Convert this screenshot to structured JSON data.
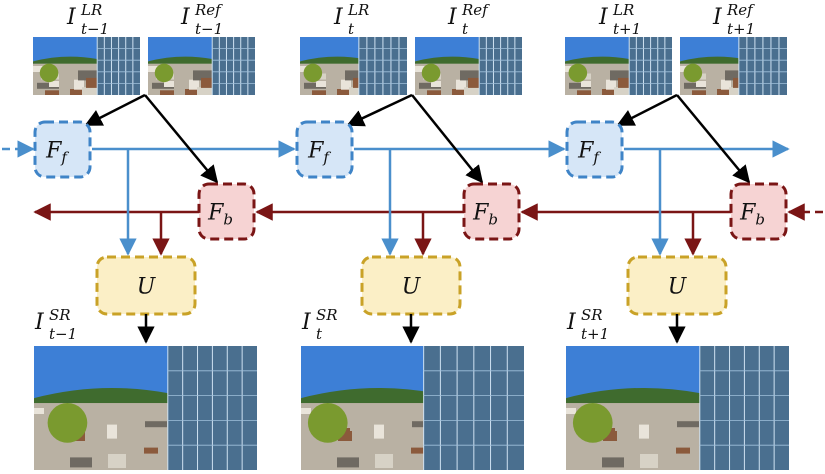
{
  "diagram": {
    "timesteps": [
      {
        "id": "t-1",
        "lr_label": {
          "base": "I",
          "sub": "t−1",
          "sup": "LR"
        },
        "ref_label": {
          "base": "I",
          "sub": "t−1",
          "sup": "Ref"
        },
        "sr_label": {
          "base": "I",
          "sub": "t−1",
          "sup": "SR"
        }
      },
      {
        "id": "t",
        "lr_label": {
          "base": "I",
          "sub": "t",
          "sup": "LR"
        },
        "ref_label": {
          "base": "I",
          "sub": "t",
          "sup": "Ref"
        },
        "sr_label": {
          "base": "I",
          "sub": "t",
          "sup": "SR"
        }
      },
      {
        "id": "t+1",
        "lr_label": {
          "base": "I",
          "sub": "t+1",
          "sup": "LR"
        },
        "ref_label": {
          "base": "I",
          "sub": "t+1",
          "sup": "Ref"
        },
        "sr_label": {
          "base": "I",
          "sub": "t+1",
          "sup": "SR"
        }
      }
    ],
    "blocks": {
      "forward": {
        "base": "F",
        "sub": "f",
        "fill": "#d6e6f7",
        "stroke": "#3f84c7"
      },
      "backward": {
        "base": "F",
        "sub": "b",
        "fill": "#f6d3d3",
        "stroke": "#7a1515"
      },
      "upsample": {
        "base": "U",
        "fill": "#fbefc6",
        "stroke": "#c9a227"
      }
    },
    "colors": {
      "forward_flow": "#4a8fcc",
      "backward_flow": "#7a1515",
      "input_arrow": "#000000"
    }
  }
}
